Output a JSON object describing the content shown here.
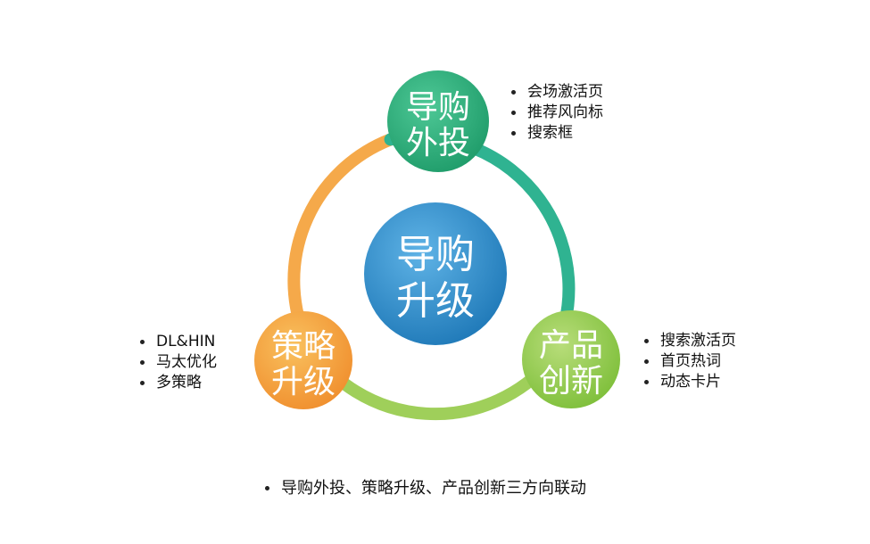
{
  "nodes": {
    "center": {
      "line1": "导购",
      "line2": "升级",
      "color_light": "#5fb3e6",
      "color_dark": "#1f79b8"
    },
    "top": {
      "line1": "导购",
      "line2": "外投",
      "color_light": "#4ec896",
      "color_dark": "#1f9c6a"
    },
    "left": {
      "line1": "策略",
      "line2": "升级",
      "color_light": "#f9c15f",
      "color_dark": "#f08f2e"
    },
    "right": {
      "line1": "产品",
      "line2": "创新",
      "color_light": "#b8dd7a",
      "color_dark": "#7ebf3a"
    }
  },
  "lists": {
    "top": [
      "会场激活页",
      "推荐风向标",
      "搜索框"
    ],
    "right": [
      "搜索激活页",
      "首页热词",
      "动态卡片"
    ],
    "left": [
      "DL&HIN",
      "马太优化",
      "多策略"
    ],
    "bottom": [
      "导购外投、策略升级、产品创新三方向联动"
    ]
  },
  "ring_colors": {
    "orange": "#f5a94a",
    "green": "#9fcf5a",
    "teal": "#2fb391"
  }
}
